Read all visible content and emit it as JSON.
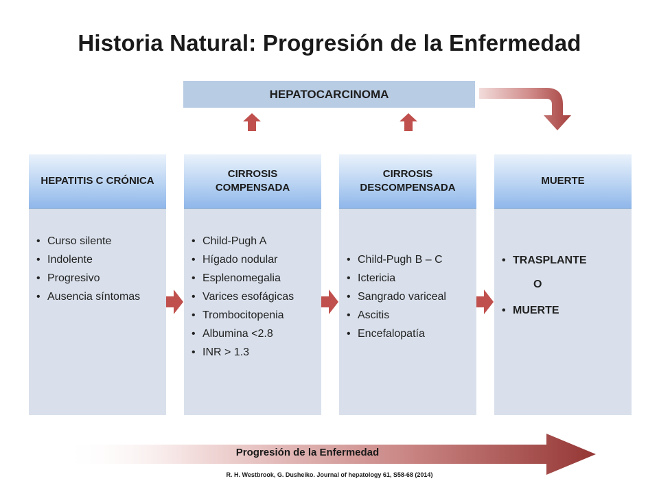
{
  "title": "Historia Natural: Progresión de la Enfermedad",
  "top_box": "HEPATOCARCINOMA",
  "colors": {
    "arrow_red": "#c0504d",
    "dark_red": "#953735",
    "panel": "#d9e0eb",
    "top_box": "#b8cce4"
  },
  "stages": [
    {
      "heading": "HEPATITIS C CRÓNICA",
      "items": [
        "Curso silente",
        "Indolente",
        "Progresivo",
        "Ausencia síntomas"
      ]
    },
    {
      "heading": "CIRROSIS COMPENSADA",
      "items": [
        "Child-Pugh A",
        "Hígado nodular",
        "Esplenomegalia",
        "Varices esofágicas",
        "Trombocitopenia",
        "Albumina <2.8",
        "INR > 1.3"
      ]
    },
    {
      "heading": "CIRROSIS DESCOMPENSADA",
      "items": [
        "Child-Pugh B – C",
        "Ictericia",
        "Sangrado variceal",
        "Ascitis",
        "Encefalopatía"
      ]
    },
    {
      "heading": "MUERTE",
      "items": [
        "TRASPLANTE",
        "MUERTE"
      ],
      "connector": "O"
    }
  ],
  "progress_label": "Progresión de la Enfermedad",
  "citation": "R. H. Westbrook, G. Dusheiko. Journal of hepatology 61, S58-68 (2014)"
}
